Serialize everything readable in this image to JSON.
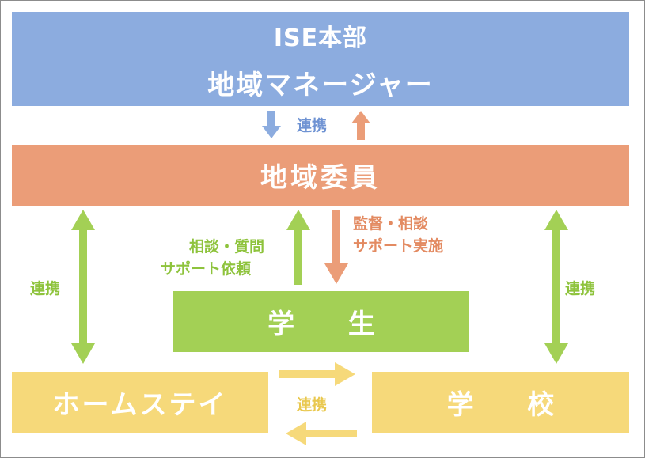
{
  "boxes": {
    "hq": "ISE本部",
    "regional_manager": "地域マネージャー",
    "regional_committee": "地域委員",
    "student": "学 生",
    "homestay": "ホームステイ",
    "school": "学 校"
  },
  "labels": {
    "hq_committee_link": "連携",
    "supervision_line1": "監督・相談",
    "supervision_line2": "サポート実施",
    "consultation_line1": "相談・質問",
    "consultation_line2": "サポート依頼",
    "left_link": "連携",
    "right_link": "連携",
    "bottom_link": "連携"
  },
  "colors": {
    "hq": "#8cacdf",
    "committee": "#eb9d78",
    "student": "#a3d055",
    "homestay_school": "#f6d97a"
  }
}
